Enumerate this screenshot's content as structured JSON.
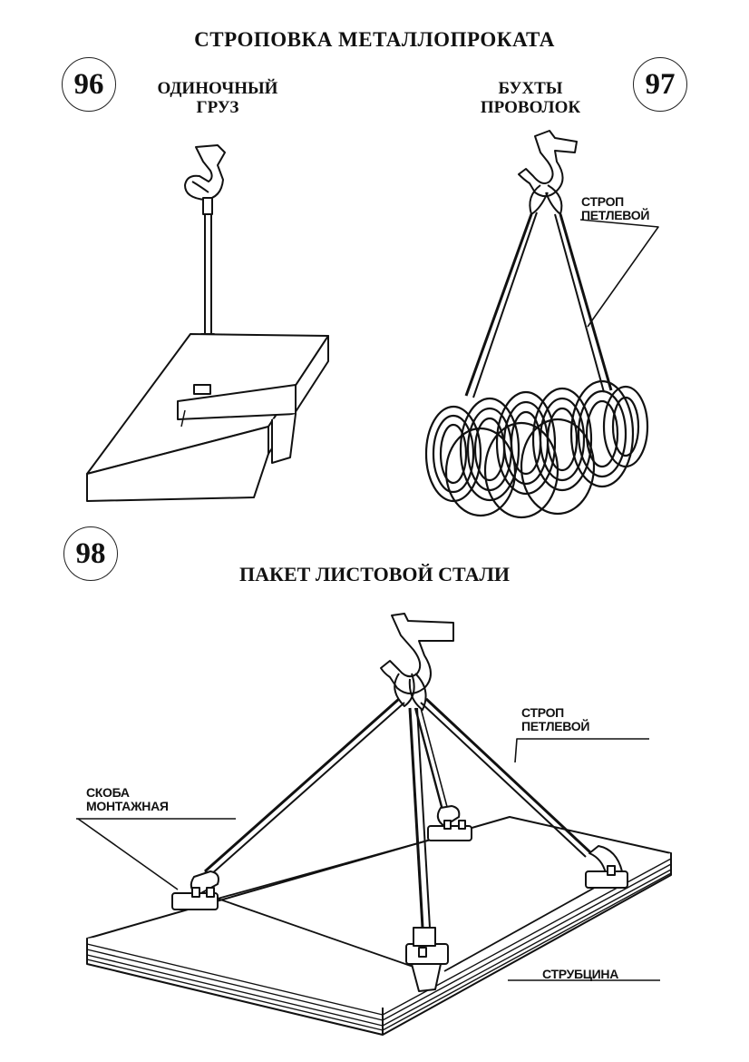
{
  "page": {
    "title": "СТРОПОВКА  МЕТАЛЛОПРОКАТА"
  },
  "panels": [
    {
      "number": "96",
      "title_lines": [
        "ОДИНОЧНЫЙ",
        "ГРУЗ"
      ]
    },
    {
      "number": "97",
      "title_lines": [
        "БУХТЫ",
        "ПРОВОЛОК"
      ],
      "labels": {
        "sling": [
          "СТРОП",
          "ПЕТЛЕВОЙ"
        ]
      }
    },
    {
      "number": "98",
      "title": "ПАКЕТ ЛИСТОВОЙ СТАЛИ",
      "labels": {
        "sling": [
          "СТРОП",
          "ПЕТЛЕВОЙ"
        ],
        "shackle": [
          "СКОБА",
          "МОНТАЖНАЯ"
        ],
        "clamp": "СТРУБЦИНА"
      }
    }
  ]
}
